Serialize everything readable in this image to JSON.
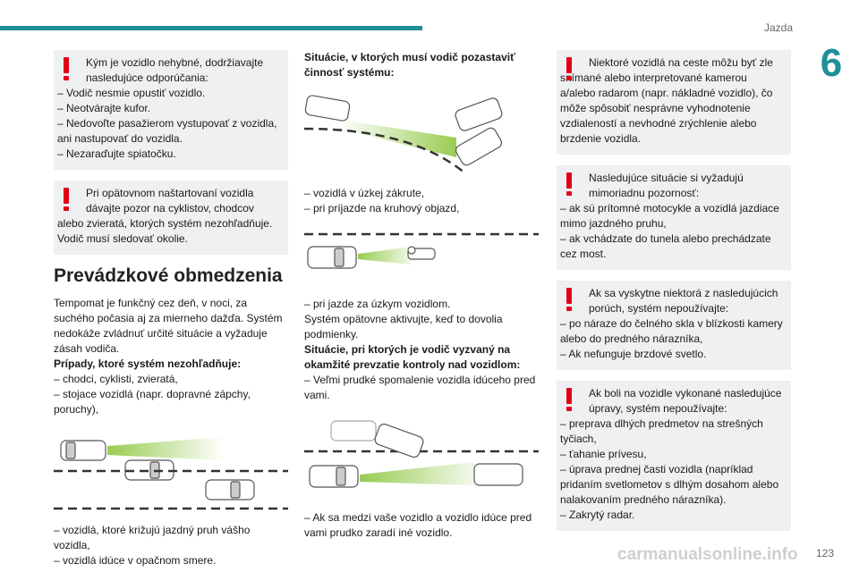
{
  "header": {
    "section": "Jazda",
    "chapter": "6"
  },
  "footer": {
    "page": "123",
    "watermark": "carmanualsonline.info"
  },
  "col1": {
    "warn1": {
      "lead": "Kým je vozidlo nehybné, dodržiavajte nasledujúce odporúčania:",
      "lines": [
        "– Vodič nesmie opustiť vozidlo.",
        "– Neotvárajte kufor.",
        "– Nedovoľte pasažierom vystupovať z vozidla, ani nastupovať do vozidla.",
        "– Nezaraďujte spiatočku."
      ]
    },
    "warn2": {
      "lead": "Pri opätovnom naštartovaní vozidla dávajte pozor na cyklistov, chodcov",
      "lines": [
        "alebo zvieratá, ktorých systém nezohľadňuje. Vodič musí sledovať okolie."
      ]
    },
    "heading": "Prevádzkové obmedzenia",
    "p1": "Tempomat je funkčný cez deň, v noci, za suchého počasia aj za mierneho dažďa. Systém nedokáže zvládnuť určité situácie a vyžaduje zásah vodiča.",
    "p2_title": "Prípady, ktoré systém nezohľadňuje:",
    "p2_lines": [
      "– chodci, cyklisti, zvieratá,",
      "– stojace vozidlá (napr. dopravné zápchy, poruchy),"
    ],
    "p3_lines": [
      "– vozidlá, ktoré križujú jazdný pruh vášho vozidla,",
      "– vozidlá idúce v opačnom smere."
    ]
  },
  "col2": {
    "title": "Situácie, v ktorých musí vodič pozastaviť činnosť systému:",
    "lines1": [
      "– vozidlá v úzkej zákrute,",
      "– pri príjazde na kruhový objazd,"
    ],
    "lines2": [
      "– pri jazde za úzkym vozidlom.",
      "Systém opätovne aktivujte, keď to dovolia podmienky."
    ],
    "title2": "Situácie, pri ktorých je vodič vyzvaný na okamžité prevzatie kontroly nad vozidlom:",
    "lines3": [
      "– Veľmi prudké spomalenie vozidla idúceho pred vami."
    ],
    "lines4": [
      "– Ak sa medzi vaše vozidlo a vozidlo idúce pred vami prudko zaradí iné vozidlo."
    ]
  },
  "col3": {
    "warn1": {
      "lead": "Niektoré vozidlá na ceste môžu byť zle",
      "lines": [
        "snímané alebo interpretované kamerou a/alebo radarom (napr. nákladné vozidlo), čo môže spôsobiť nesprávne vyhodnotenie vzdialeností a nevhodné zrýchlenie alebo brzdenie vozidla."
      ]
    },
    "warn2": {
      "lead": "Nasledujúce situácie si vyžadujú mimoriadnu pozornosť:",
      "lines": [
        "– ak sú prítomné motocykle a vozidlá jazdiace mimo jazdného pruhu,",
        "– ak vchádzate do tunela alebo prechádzate cez most."
      ]
    },
    "warn3": {
      "lead": "Ak sa vyskytne niektorá z nasledujúcich porúch, systém nepoužívajte:",
      "lines": [
        "– po náraze do čelného skla v blízkosti kamery alebo do predného nárazníka,",
        "– Ak nefunguje brzdové svetlo."
      ]
    },
    "warn4": {
      "lead": "Ak boli na vozidle vykonané nasledujúce úpravy, systém nepoužívajte:",
      "lines": [
        "– preprava dlhých predmetov na strešných tyčiach,",
        "– ťahanie prívesu,",
        "– úprava prednej časti vozidla (napríklad pridaním svetlometov s dlhým dosahom alebo nalakovaním predného nárazníka).",
        "– Zakrytý radar."
      ]
    }
  },
  "colors": {
    "accent": "#1f8f99",
    "warning": "#e2001a",
    "box": "#eef0f1",
    "beam": "#8dc63f"
  }
}
